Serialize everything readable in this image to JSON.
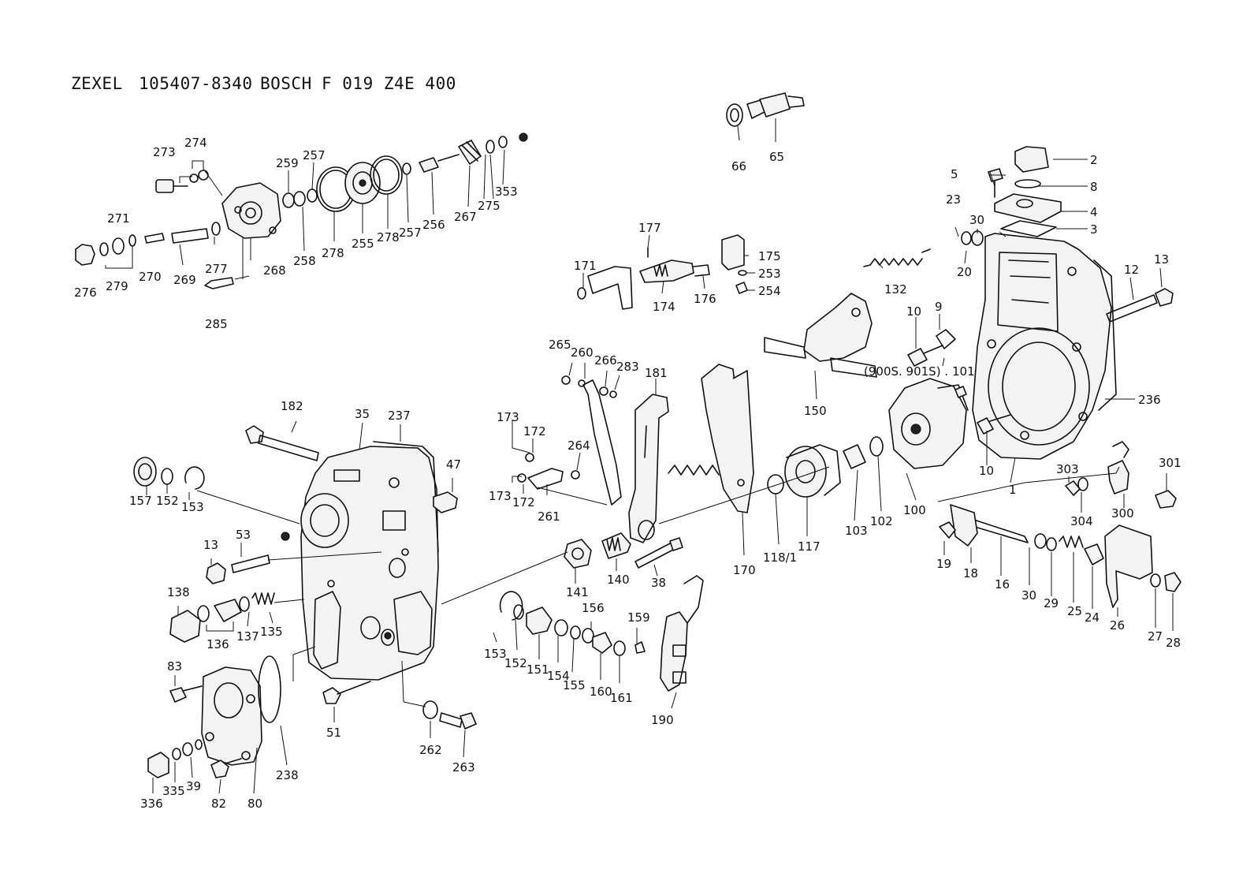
{
  "title": {
    "brand1": "ZEXEL",
    "number1": "105407-8340",
    "brand2": "BOSCH",
    "number2": "F 019 Z4E 400"
  },
  "labels": [
    "1",
    "2",
    "3",
    "4",
    "5",
    "8",
    "9",
    "10",
    "10",
    "12",
    "13",
    "13",
    "16",
    "18",
    "19",
    "20",
    "23",
    "24",
    "25",
    "26",
    "27",
    "28",
    "29",
    "30",
    "30",
    "35",
    "38",
    "39",
    "47",
    "51",
    "53",
    "65",
    "66",
    "80",
    "82",
    "83",
    "100",
    "101",
    "102",
    "103",
    "117",
    "118/1",
    "132",
    "135",
    "136",
    "137",
    "138",
    "140",
    "141",
    "150",
    "151",
    "152",
    "152",
    "153",
    "153",
    "154",
    "155",
    "156",
    "157",
    "159",
    "160",
    "161",
    "170",
    "171",
    "172",
    "172",
    "173",
    "173",
    "174",
    "175",
    "176",
    "177",
    "181",
    "182",
    "190",
    "236",
    "237",
    "238",
    "253",
    "254",
    "255",
    "256",
    "257",
    "257",
    "258",
    "259",
    "260",
    "261",
    "262",
    "263",
    "264",
    "265",
    "266",
    "267",
    "268",
    "269",
    "270",
    "271",
    "273",
    "274",
    "275",
    "276",
    "277",
    "278",
    "278",
    "279",
    "283",
    "285",
    "300",
    "301",
    "303",
    "304",
    "335",
    "336",
    "353",
    "(900S. 901S) ."
  ]
}
